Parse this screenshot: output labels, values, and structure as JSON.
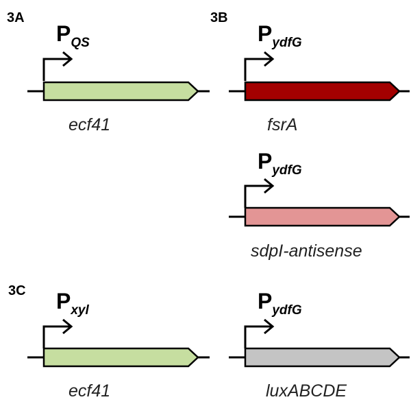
{
  "panels": [
    {
      "label": "3A"
    },
    {
      "label": "3B"
    },
    {
      "label": "3C"
    }
  ],
  "constructs": [
    {
      "promoter": "P",
      "promoter_sub": "QS",
      "gene": "ecf41",
      "color": "#c6dea0"
    },
    {
      "promoter": "P",
      "promoter_sub": "ydfG",
      "gene": "fsrA",
      "color": "#a30000"
    },
    {
      "promoter": "P",
      "promoter_sub": "ydfG",
      "gene": "sdpI-antisense",
      "color": "#e39595"
    },
    {
      "promoter": "P",
      "promoter_sub": "xyl",
      "gene": "ecf41",
      "color": "#c6dea0"
    },
    {
      "promoter": "P",
      "promoter_sub": "ydfG",
      "gene": "luxABCDE",
      "color": "#c4c4c4"
    }
  ]
}
